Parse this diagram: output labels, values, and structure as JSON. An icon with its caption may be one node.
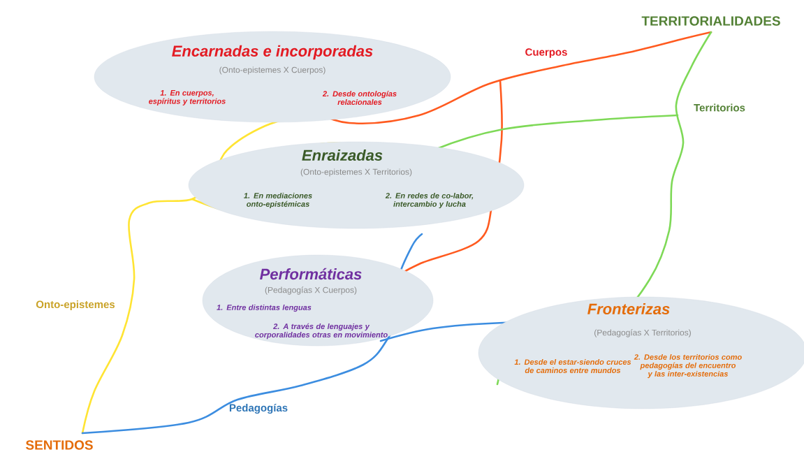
{
  "diagram": {
    "nodes": [
      {
        "text": [
          "Encarnadas e incorporadas",
          "(Onto-epistemes X Cuerpos)",
          "1. En cuerpos, espíritus y territorios",
          "2. Desde ontologías relacionales"
        ]
      },
      {
        "text": [
          "Enraizadas",
          "(Onto-epistemes X Territorios)",
          "1. En mediaciones onto-epistémicas",
          "2. En redes de co-labor, intercambio y lucha"
        ]
      },
      {
        "text": [
          "Performáticas",
          "(Pedagogías X Cuerpos)",
          "1. Entre distintas lenguas",
          "2. A través de lenguajes y corporalidades otras en movimiento"
        ]
      },
      {
        "text": [
          "Fronterizas",
          "(Pedagogías X Territorios)",
          "1. Desde el estar-siendo cruces de caminos entre mundos",
          "2. Desde los territorios como pedagogías del encuentro y las inter-existencias"
        ]
      }
    ],
    "labels": [
      "TERRITORIALIDADES",
      "Cuerpos",
      "Territorios",
      "Onto-epistemes",
      "Pedagogías",
      "SENTIDOS"
    ]
  }
}
